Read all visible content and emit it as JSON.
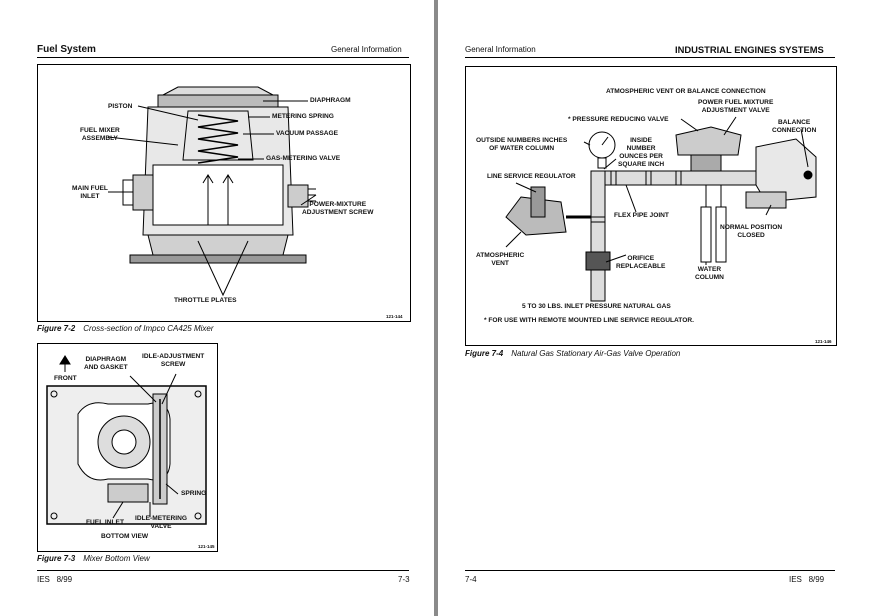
{
  "left_page": {
    "header": {
      "section": "Fuel System",
      "topic": "General Information"
    },
    "figure_7_2": {
      "labels": {
        "piston": "PISTON",
        "fuel_mixer_assembly": "FUEL MIXER\nASSEMBLY",
        "main_fuel_inlet": "MAIN FUEL\nINLET",
        "diaphragm": "DIAPHRAGM",
        "metering_spring": "METERING SPRING",
        "vacuum_passage": "VACUUM PASSAGE",
        "gas_metering_valve": "GAS-METERING VALVE",
        "power_mixture_screw": "POWER-MIXTURE\nADJUSTMENT SCREW",
        "throttle_plates": "THROTTLE PLATES"
      },
      "code": "121-144",
      "caption_num": "Figure 7-2",
      "caption_text": "Cross-section of Impco CA425 Mixer"
    },
    "figure_7_3": {
      "labels": {
        "front": "FRONT",
        "diaphragm_gasket": "DIAPHRAGM\nAND GASKET",
        "idle_adjustment_screw": "IDLE-ADJUSTMENT\nSCREW",
        "spring": "SPRING",
        "fuel_inlet": "FUEL INLET",
        "idle_metering_valve": "IDLE-METERING\nVALVE",
        "bottom_view": "BOTTOM VIEW"
      },
      "code": "121-145",
      "caption_num": "Figure 7-3",
      "caption_text": "Mixer Bottom View"
    },
    "footer": {
      "doc": "IES   8/99",
      "page": "7-3"
    }
  },
  "right_page": {
    "header": {
      "topic": "General Information",
      "title": "INDUSTRIAL ENGINES SYSTEMS"
    },
    "figure_7_4": {
      "labels": {
        "atmospheric_vent_balance": "ATMOSPHERIC VENT OR BALANCE CONNECTION",
        "power_fuel_mixture": "POWER FUEL MIXTURE\nADJUSTMENT VALVE",
        "pressure_reducing_valve": "* PRESSURE REDUCING VALVE",
        "balance_connection": "BALANCE\nCONNECTION",
        "outside_numbers": "OUTSIDE NUMBERS INCHES\nOF WATER COLUMN",
        "inside_number": "INSIDE\nNUMBER\nOUNCES PER\nSQUARE INCH",
        "line_service_regulator": "LINE SERVICE REGULATOR",
        "flex_pipe_joint": "FLEX PIPE JOINT",
        "normal_position_closed": "NORMAL POSITION\nCLOSED",
        "atmospheric_vent": "ATMOSPHERIC\nVENT",
        "orifice_replaceable": "ORIFICE\nREPLACEABLE",
        "water_column": "WATER\nCOLUMN",
        "inlet_pressure": "5 TO 30 LBS. INLET PRESSURE NATURAL GAS",
        "remote_note": "* FOR USE WITH REMOTE MOUNTED LINE SERVICE REGULATOR."
      },
      "code": "121-146",
      "caption_num": "Figure 7-4",
      "caption_text": "Natural Gas Stationary Air-Gas Valve Operation"
    },
    "footer": {
      "page": "7-4",
      "doc": "IES   8/99"
    }
  }
}
